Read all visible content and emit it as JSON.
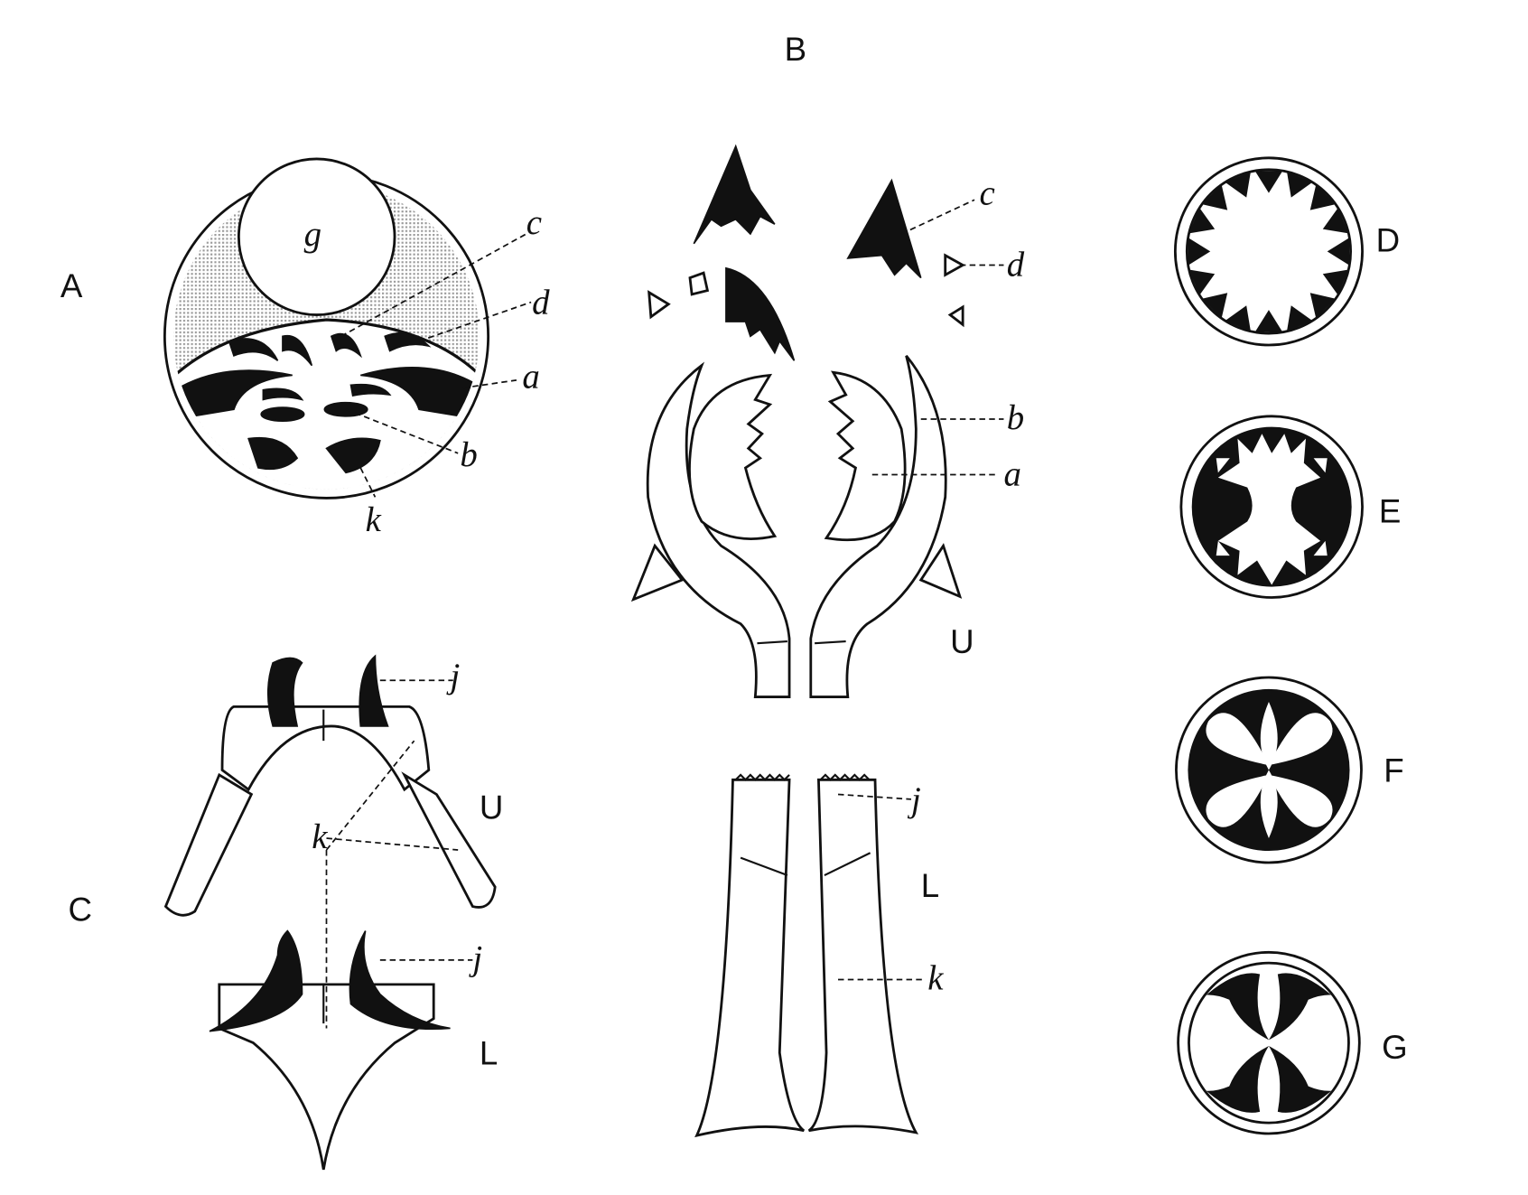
{
  "panels": {
    "A": "A",
    "B": "B",
    "C": "C",
    "D": "D",
    "E": "E",
    "F": "F",
    "G": "G"
  },
  "figA": {
    "g": "g",
    "c": "c",
    "d": "d",
    "a": "a",
    "b": "b",
    "k": "k"
  },
  "figB_upper": {
    "c": "c",
    "d": "d",
    "b": "b",
    "a": "a",
    "U": "U"
  },
  "figB_lower": {
    "j": "j",
    "L": "L",
    "k": "k"
  },
  "figC": {
    "j_upper": "j",
    "U": "U",
    "k": "k",
    "j_lower": "j",
    "L": "L"
  }
}
